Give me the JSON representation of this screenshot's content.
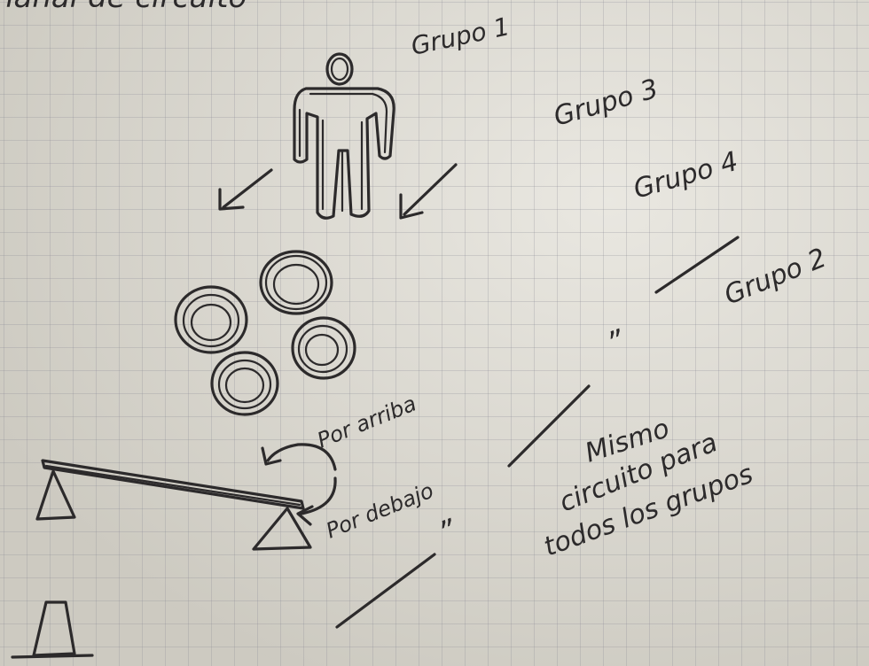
{
  "notebook": {
    "header_fragment": "nanal  de  circuito",
    "labels": {
      "group1": "Grupo 1",
      "group3": "Grupo 3",
      "group4": "Grupo 4",
      "group2": "Grupo 2",
      "over": "Por arriba",
      "under": "Por debajo",
      "ditto_upper": "”",
      "ditto_lower": "”",
      "note_line1": "Mismo",
      "note_line2": "circuito para",
      "note_line3": "todos los grupos"
    },
    "colors": {
      "paper": "#dedbd1",
      "grid": "#8c8c96",
      "ink": "#2c2a2b"
    },
    "drawings": [
      "person-figure",
      "arrow-left-down",
      "arrow-left-down",
      "hoops",
      "balance-beam",
      "cone"
    ]
  }
}
